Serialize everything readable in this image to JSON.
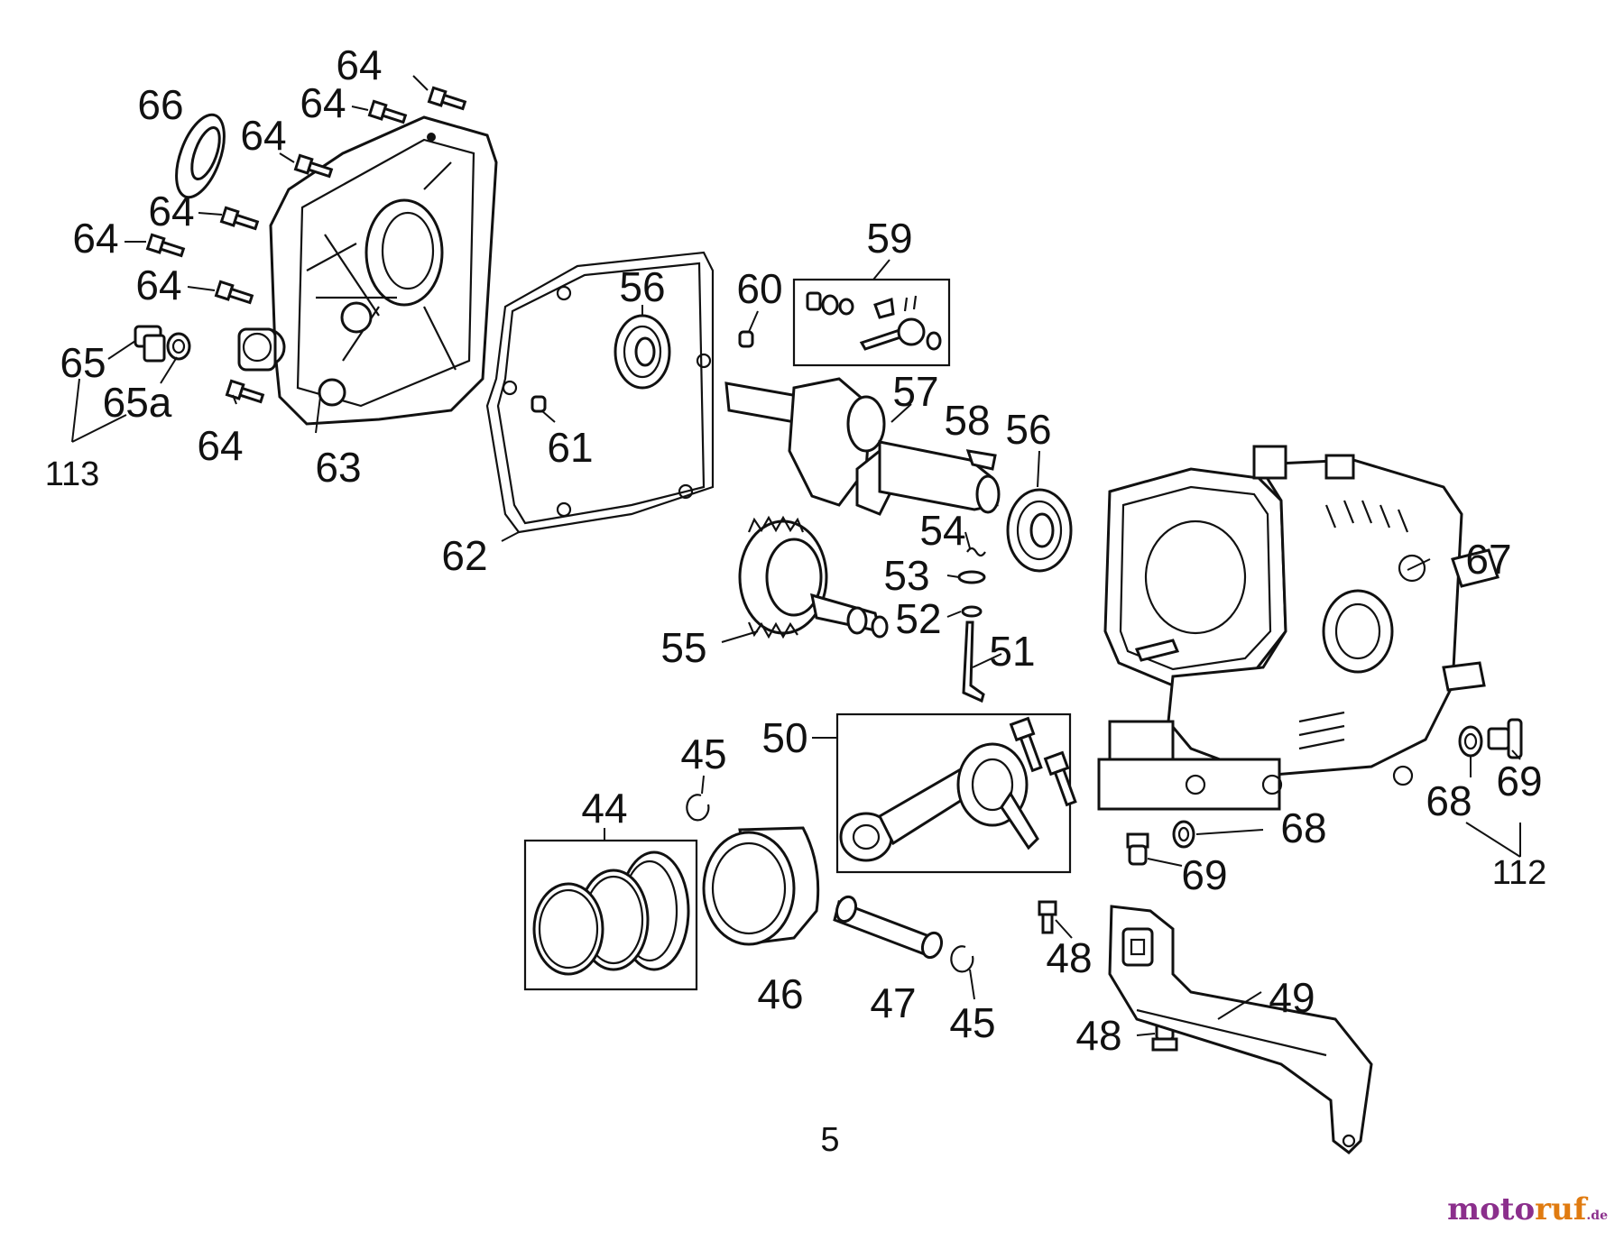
{
  "labels": {
    "l44": "44",
    "l45a": "45",
    "l45b": "45",
    "l46": "46",
    "l47": "47",
    "l48a": "48",
    "l48b": "48",
    "l49": "49",
    "l50": "50",
    "l51": "51",
    "l52": "52",
    "l53": "53",
    "l54": "54",
    "l55": "55",
    "l56a": "56",
    "l56b": "56",
    "l57": "57",
    "l58": "58",
    "l59": "59",
    "l60": "60",
    "l61": "61",
    "l62": "62",
    "l63": "63",
    "l64a": "64",
    "l64b": "64",
    "l64c": "64",
    "l64d": "64",
    "l64e": "64",
    "l64f": "64",
    "l64g": "64",
    "l65": "65",
    "l65a": "65a",
    "l66": "66",
    "l67": "67",
    "l68a": "68",
    "l68b": "68",
    "l69a": "69",
    "l69b": "69",
    "l112": "112",
    "l113": "113"
  },
  "page_number": "5",
  "watermark": {
    "part1": "moto",
    "part2": "ruf",
    "suffix": ".de"
  },
  "colors": {
    "line": "#111111",
    "background": "#ffffff",
    "watermark_purple": "#8b2f8c",
    "watermark_orange": "#e07b10"
  }
}
